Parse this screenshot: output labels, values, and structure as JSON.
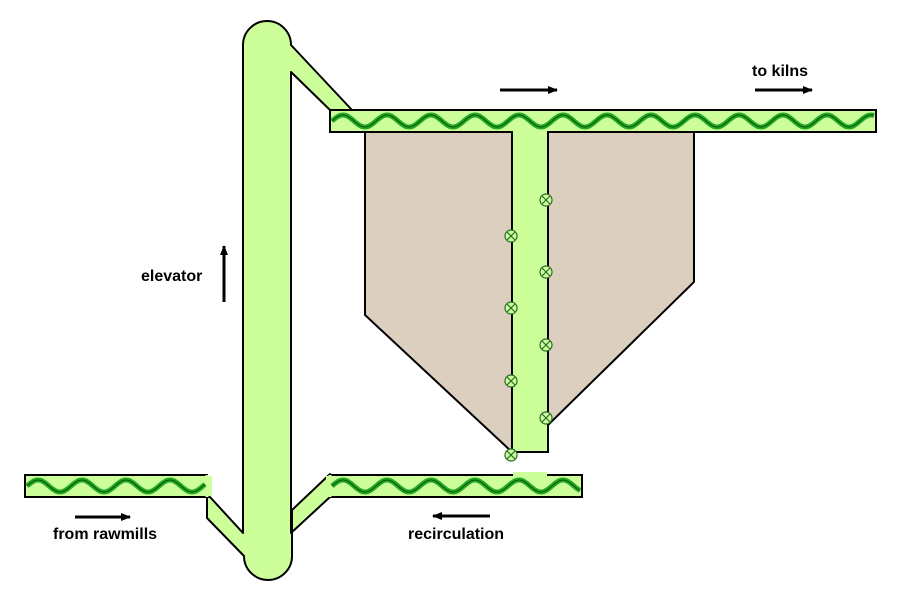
{
  "labels": {
    "to_kilns": "to kilns",
    "elevator": "elevator",
    "from_rawmills": "from rawmills",
    "recirculation": "recirculation"
  },
  "colors": {
    "conveyor_fill": "#ccff99",
    "screw_wave": "#22aa22",
    "silo_fill": "#dccfc0",
    "outline": "#000000",
    "background": "#ffffff"
  },
  "icons": {
    "flow_arrow": "arrow-icon",
    "valve": "valve-icon"
  }
}
